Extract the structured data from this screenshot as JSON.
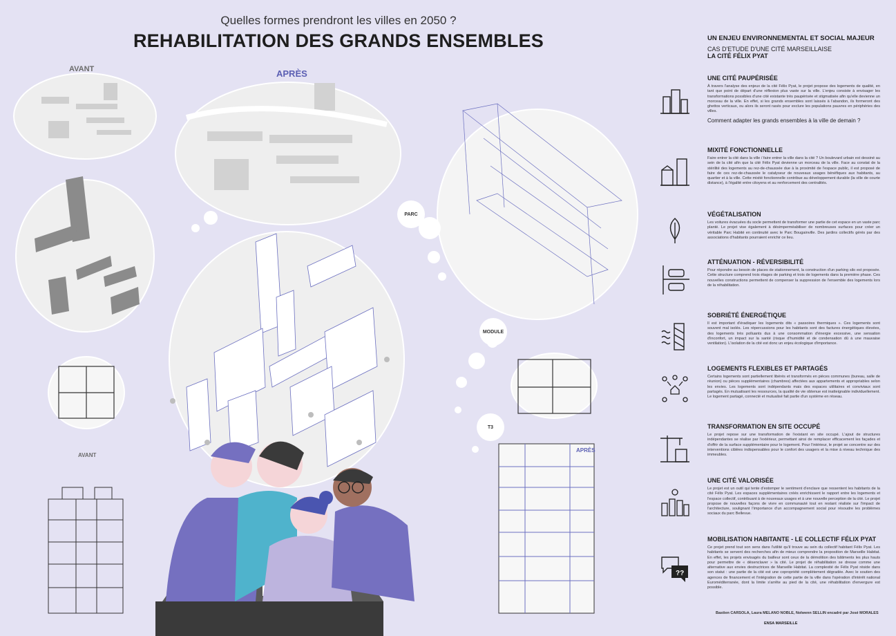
{
  "header": {
    "subtitle": "Quelles formes prendront les villes en 2050 ?",
    "title": "REHABILITATION DES GRANDS ENSEMBLES"
  },
  "labels": {
    "avant_top": "AVANT",
    "apres_top": "APRÈS",
    "parc": "PARC",
    "module": "MODULE",
    "t3": "T3",
    "avant_bottom": "AVANT",
    "apres_bottom": "APRÈS"
  },
  "intro": {
    "heading": "UN ENJEU ENVIRONNEMENTAL ET SOCIAL MAJEUR",
    "line1": "CAS D'ETUDE D'UNE CITÉ MARSEILLAISE",
    "line2": "LA CITÉ FÉLIX PYAT"
  },
  "sections": [
    {
      "title": "UNE CITÉ PAUPÉRISÉE",
      "icon": "city-buildings-icon",
      "text": "À travers l'analyse des enjeux de la cité Félix Pyat, le projet propose des logements de qualité, en tant que point de départ d'une réflexion plus vaste sur la ville. L'enjeu consiste à envisager les transformations possibles d'une cité existante très paupérisée et stigmatisée afin qu'elle devienne un morceau de la ville. En effet, si les grands ensembles sont laissés à l'abandon, ils formeront des ghettos verticaux, ou alors ils seront rasés pour exclure les populations pauvres en périphéries des villes.",
      "question": "Comment adapter les grands ensembles à la ville de demain ?"
    },
    {
      "title": "MIXITÉ FONCTIONNELLE",
      "icon": "shop-building-icon",
      "text": "Faire entrer la cité dans la ville / faire entrer la ville dans la cité ? Un boulevard urbain est dessiné au sein de la cité afin que la cité Félix Pyat devienne un morceau de la ville. Face au constat de la stérilité des logements au rez-de-chaussée due à la proximité de l'espace public, il est proposé de faire de ces rez-de-chaussée le catalyseur de nouveaux usages bénéfiques aux habitants, au quartier et à la ville. Cette mixité fonctionnelle contribue au développement durable (la ville de courte distance), à l'égalité entre citoyens et au renforcement des centralités."
    },
    {
      "title": "VÉGÉTALISATION",
      "icon": "leaf-icon",
      "text": "Les voitures évacuées du socle permettent de transformer une partie de cet espace en un vaste parc planté. Le projet vise également à désimperméabiliser de nombreuses surfaces pour créer un véritable Parc Habité en continuité avec le Parc Bougainville. Des jardins collectifs gérés par des associations d'habitants pourraient enrichir ce lieu."
    },
    {
      "title": "ATTÉNUATION - RÉVERSIBILITÉ",
      "icon": "parking-cars-icon",
      "text": "Pour répondre au besoin de places de stationnement, la construction d'un parking silo est proposée. Cette structure comprend trois étages de parking et trois de logements dans la première phase. Ces nouvelles constructions permettent de compenser la suppression de l'ensemble des logements lors de la réhabilitation."
    },
    {
      "title": "SOBRIÉTÉ ÉNERGÉTIQUE",
      "icon": "insulation-wall-icon",
      "text": "Il est important d'éradiquer les logements dits « passoires thermiques ». Ces logements sont souvent mal isolés. Les répercussions pour les habitants sont des factures énergétiques élevées, des logements très polluants dus à une consommation d'énergie excessive, une sensation d'inconfort, un impact sur la santé (risque d'humidité et de condensation dû à une mauvaise ventilation). L'isolation de la cité est donc un enjeu écologique d'importance."
    },
    {
      "title": "LOGEMENTS FLEXIBLES ET PARTAGÉS",
      "icon": "shared-people-icon",
      "text": "Certains logements sont partiellement libérés et transformés en pièces communes (bureau, salle de réunion) ou pièces supplémentaires (chambres) affectées aux appartements et appropriables selon les envies. Les logements sont indépendants mais des espaces utilitaires et conviviaux sont partagés. En mutualisant les ressources, la qualité de vie obtenue est inatteignable individuellement. Le logement partagé, connecté et mutualisé fait partie d'un système en réseau."
    },
    {
      "title": "TRANSFORMATION EN SITE OCCUPÉ",
      "icon": "crane-building-icon",
      "text": "Le projet repose sur une transformation de l'existant en site occupé. L'ajout de structures indépendantes se réalise par l'extérieur, permettant ainsi de remplacer efficacement les façades et d'offrir de la surface supplémentaire pour le logement. Pour l'intérieur, le projet se concentre sur des interventions ciblées indispensables pour le confort des usagers et la mise à niveau technique des immeubles."
    },
    {
      "title": "UNE CITÉ VALORISÉE",
      "icon": "sun-city-icon",
      "text": "Le projet est un outil qui tente d'estomper le sentiment d'enclave que ressentent les habitants de la cité Félix Pyat. Les espaces supplémentaires créés enrichissent le rapport entre les logements et l'espace collectif, contribuant à de nouveaux usages et à une nouvelle perception de la cité. Le projet propose de nouvelles façons de vivre en communauté tout en restant réaliste sur l'impact de l'architecture, soulignant l'importance d'un accompagnement social pour résoudre les problèmes sociaux du parc Bellevue."
    },
    {
      "title": "MOBILISATION HABITANTE - LE COLLECTIF FÉLIX PYAT",
      "icon": "speech-bubbles-icon",
      "text": "Ce projet prend tout son sens dans l'utilité qu'il trouve au sein du collectif habitant Félix Pyat. Les habitants se servent des recherches afin de mieux comprendre la proposition de Marseille Habitat. En effet, les projets envisagés du bailleur sont ceux de la démolition des bâtiments les plus hauts pour permettre de « désenclaver » la cité. Le projet de réhabilitation se dresse comme une alternative aux envies destructrices de Marseille Habitat. La complexité de Félix Pyat réside dans son statut : une partie de la cité est une copropriété complètement dégradée. Avec le soutien des agences de financement et l'intégration de cette partie de la ville dans l'opération d'intérêt national Euroméditerranée, dont la limite s'arrête au pied de la cité, une réhabilitation d'envergure est possible."
    }
  ],
  "footer": {
    "credits": "Bastien CARSOLA, Laura MELANO NOBLE, Nolwenn SELLIN encadré par José MORALES",
    "school": "ENSA MARSEILLE"
  },
  "colors": {
    "background": "#e4e2f3",
    "accent": "#5b5fb3",
    "figure_purple": "#7570c0",
    "figure_pink": "#f5d5d8",
    "figure_teal": "#4fb3cc"
  }
}
